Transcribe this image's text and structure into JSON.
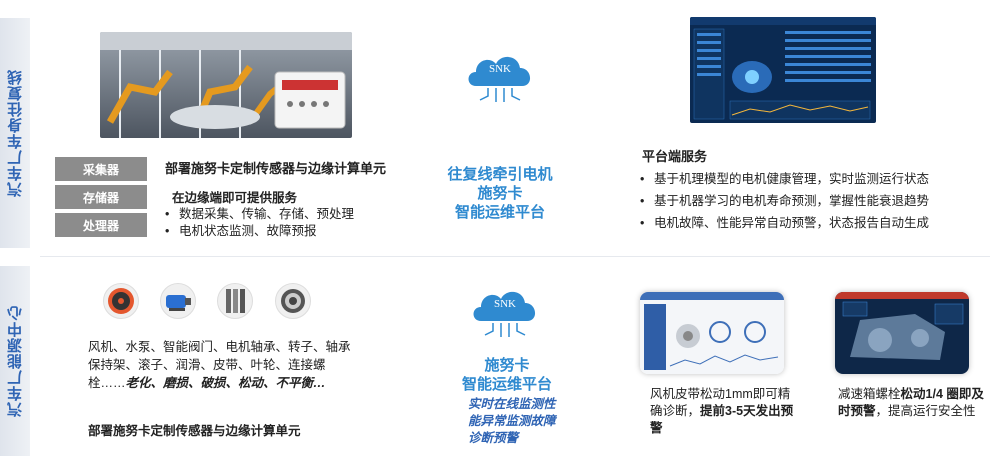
{
  "sections": {
    "top_label": "汽车厂车身往复线",
    "bottom_label": "汽车厂能源中心"
  },
  "top": {
    "buttons": [
      "采集器",
      "存储器",
      "处理器"
    ],
    "sensor_title": "部署施努卡定制传感器与边缘计算单元",
    "edge_title": "在边缘端即可提供服务",
    "edge_items": [
      "数据采集、传输、存储、预处理",
      "电机状态监测、故障预报"
    ],
    "cloud_text": "SNK",
    "platform_title": [
      "往复线牵引电机",
      "施努卡",
      "智能运维平台"
    ],
    "service_title": "平台端服务",
    "service_items": [
      "基于机理模型的电机健康管理，实时监测运行状态",
      "基于机器学习的电机寿命预测，掌握性能衰退趋势",
      "电机故障、性能异常自动预警，状态报告自动生成"
    ]
  },
  "bottom": {
    "equipment_text_plain": "风机、水泵、智能阀门、电机轴承、转子、轴承保持架、滚子、润滑、皮带、叶轮、连接螺栓……",
    "equipment_text_emph": "老化、磨损、破损、松动、不平衡…",
    "sensor_title": "部署施努卡定制传感器与边缘计算单元",
    "cloud_text": "SNK",
    "platform_title": [
      "施努卡",
      "智能运维平台"
    ],
    "platform_sub": [
      "实时在线监测性",
      "能异常监测故障",
      "诊断预警"
    ],
    "case1_plain": "风机皮带松动1mm即可精确诊断，",
    "case1_bold": "提前3-5天发出预警",
    "case2_plain_a": "减速箱螺栓",
    "case2_bold": "松动1/4 圈即及时预警",
    "case2_plain_b": "，提高运行安全性"
  },
  "colors": {
    "accent_blue": "#2f8ad0",
    "label_blue": "#2f64b4",
    "gray_button": "#8c8c8c"
  },
  "icons": [
    "cloud-icon",
    "fan-icon",
    "pump-icon",
    "valve-icon",
    "bearing-icon"
  ]
}
